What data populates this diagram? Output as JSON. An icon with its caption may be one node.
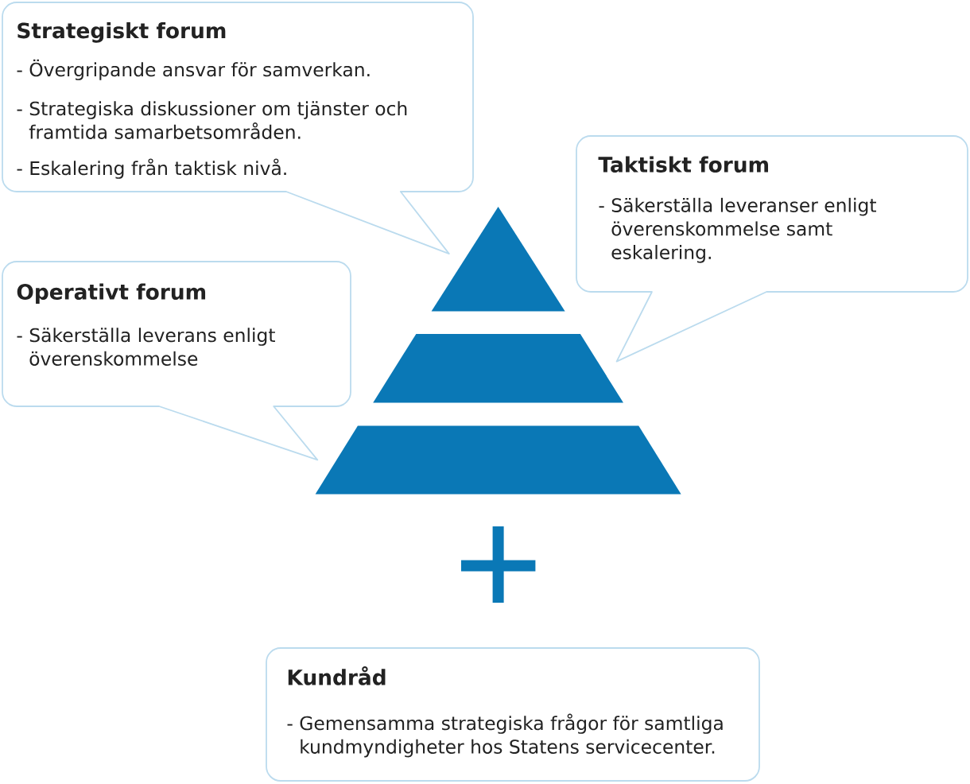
{
  "diagram": {
    "nodes": [
      {
        "text": [
          "Strategiskt forum",
          "- Övergripande ansvar för samverkan.",
          "- Strategiska diskussioner om tjänster och framtida samarbetsområden.",
          "- Eskalering från taktisk nivå."
        ]
      },
      {
        "text": [
          "Taktiskt forum",
          "- Säkerställa leveranser enligt överenskommelse samt eskalering."
        ]
      },
      {
        "text": [
          "Operativt forum",
          "- Säkerställa leverans enligt överenskommelse"
        ]
      },
      {
        "text": [],
        "shape": "triangle"
      },
      {
        "text": [],
        "shape": "trapezoid"
      },
      {
        "text": [],
        "shape": "trapezoid"
      },
      {
        "text": [
          "Kundråd",
          "- Gemensamma strategiska frågor för samtliga kundmyndigheter hos Statens servicecenter."
        ]
      }
    ],
    "edges": [
      {
        "from": 0,
        "to": 3,
        "arrow": "none"
      },
      {
        "from": 1,
        "to": 4,
        "arrow": "none"
      },
      {
        "from": 2,
        "to": 5,
        "arrow": "none"
      }
    ]
  }
}
